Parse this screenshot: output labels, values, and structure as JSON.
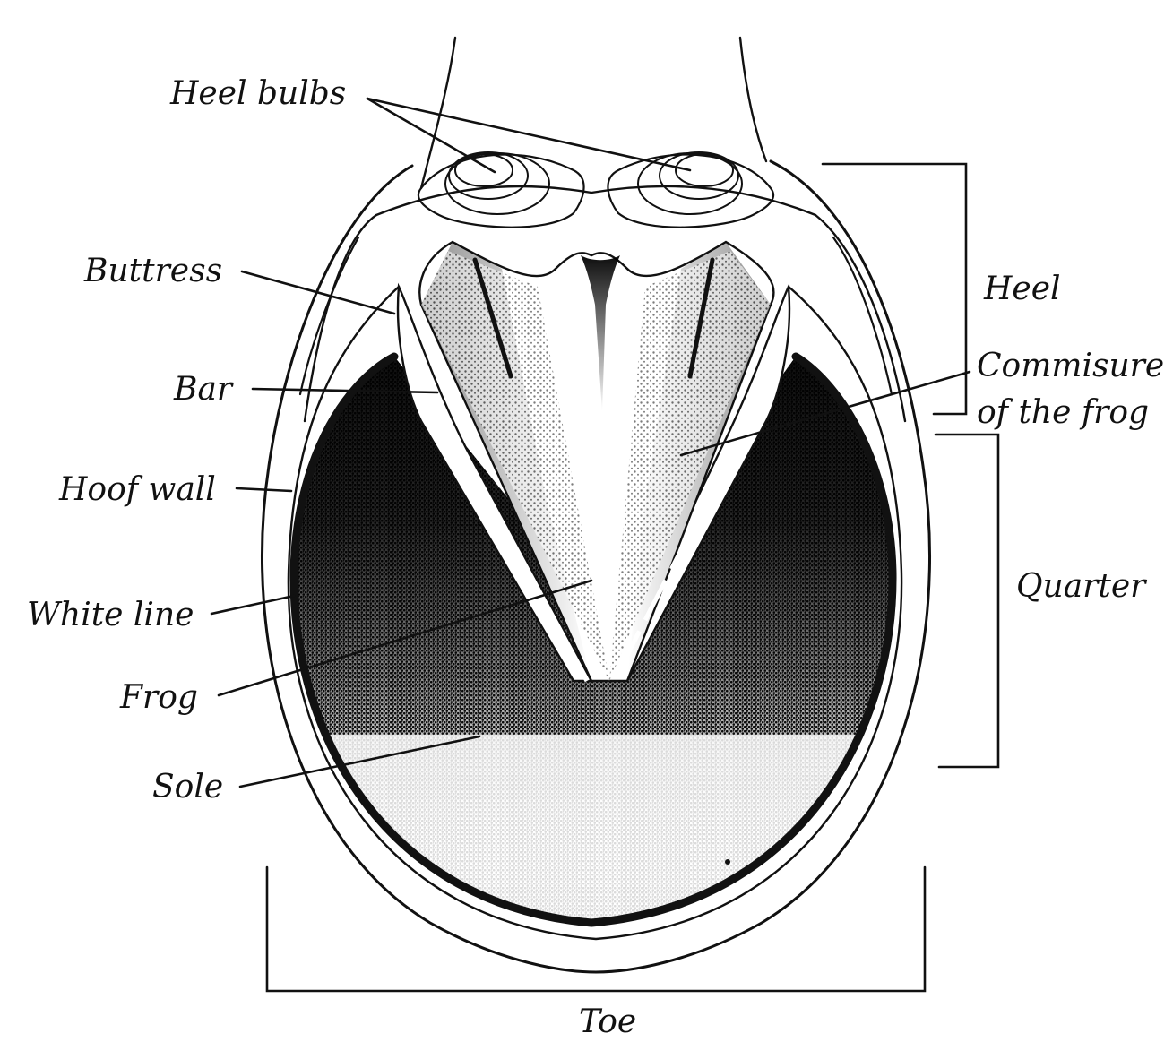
{
  "labels": {
    "heel_bulbs": "Heel bulbs",
    "buttress": "Buttress",
    "bar": "Bar",
    "hoof_wall": "Hoof wall",
    "white_line": "White line",
    "frog": "Frog",
    "sole": "Sole",
    "heel": "Heel",
    "commisure_line1": "Commisure",
    "commisure_line2": "of the frog",
    "quarter": "Quarter",
    "toe": "Toe"
  },
  "colors": {
    "ink": "#111111",
    "background": "#ffffff"
  }
}
